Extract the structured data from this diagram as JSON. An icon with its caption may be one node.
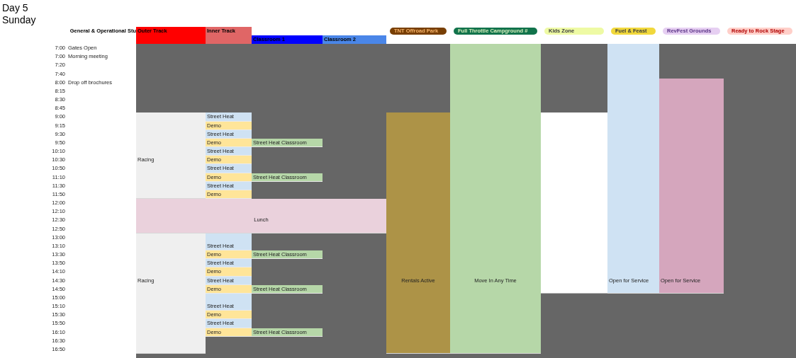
{
  "diagram": {
    "title": "Day 5",
    "labels": [
      "Sunday",
      "General & Operational Stu",
      "Outer Track",
      "Inner Track",
      "TNT Offroad Park",
      "Full Throttle Campground #",
      "Kids Zone",
      "Fuel & Feast",
      "RevFest Grounds",
      "Ready to Rock Stage",
      "Classroom 1",
      "Classroom 2",
      "7:00",
      "Gates Open",
      "7:00",
      "Morning meeting",
      "7:20",
      "7:40",
      "8:00",
      "Drop off brochures",
      "8:15",
      "8:30",
      "8:45",
      "9:00",
      "Street Heat",
      "9:15",
      "Demo",
      "9:30",
      "Street Heat",
      "9:50",
      "Demo",
      "Street Heat Classroom",
      "10:10",
      "Street Heat",
      "10:30",
      "Racing",
      "Demo",
      "10:50",
      "Street Heat",
      "11:10",
      "Demo",
      "Street Heat Classroom",
      "11:30",
      "Street Heat",
      "11:50",
      "Demo",
      "12:00",
      "12:10",
      "12:30",
      "Lunch",
      "12:50",
      "13:00",
      "13:10",
      "Street Heat",
      "13:30",
      "Demo",
      "Street Heat Classroom",
      "13:50",
      "Street Heat",
      "14:10",
      "Demo",
      "14:30",
      "Racing",
      "Street Heat",
      "Rentals Active",
      "Move In Any Time",
      "Open for Service",
      "Open for Service",
      "14:50",
      "Demo",
      "Street Heat Classroom",
      "15:00",
      "15:10",
      "Street Heat",
      "15:30",
      "Demo",
      "15:50",
      "Street Heat",
      "16:10",
      "Demo",
      "Street Heat Classroom",
      "16:30",
      "16:50"
    ]
  }
}
